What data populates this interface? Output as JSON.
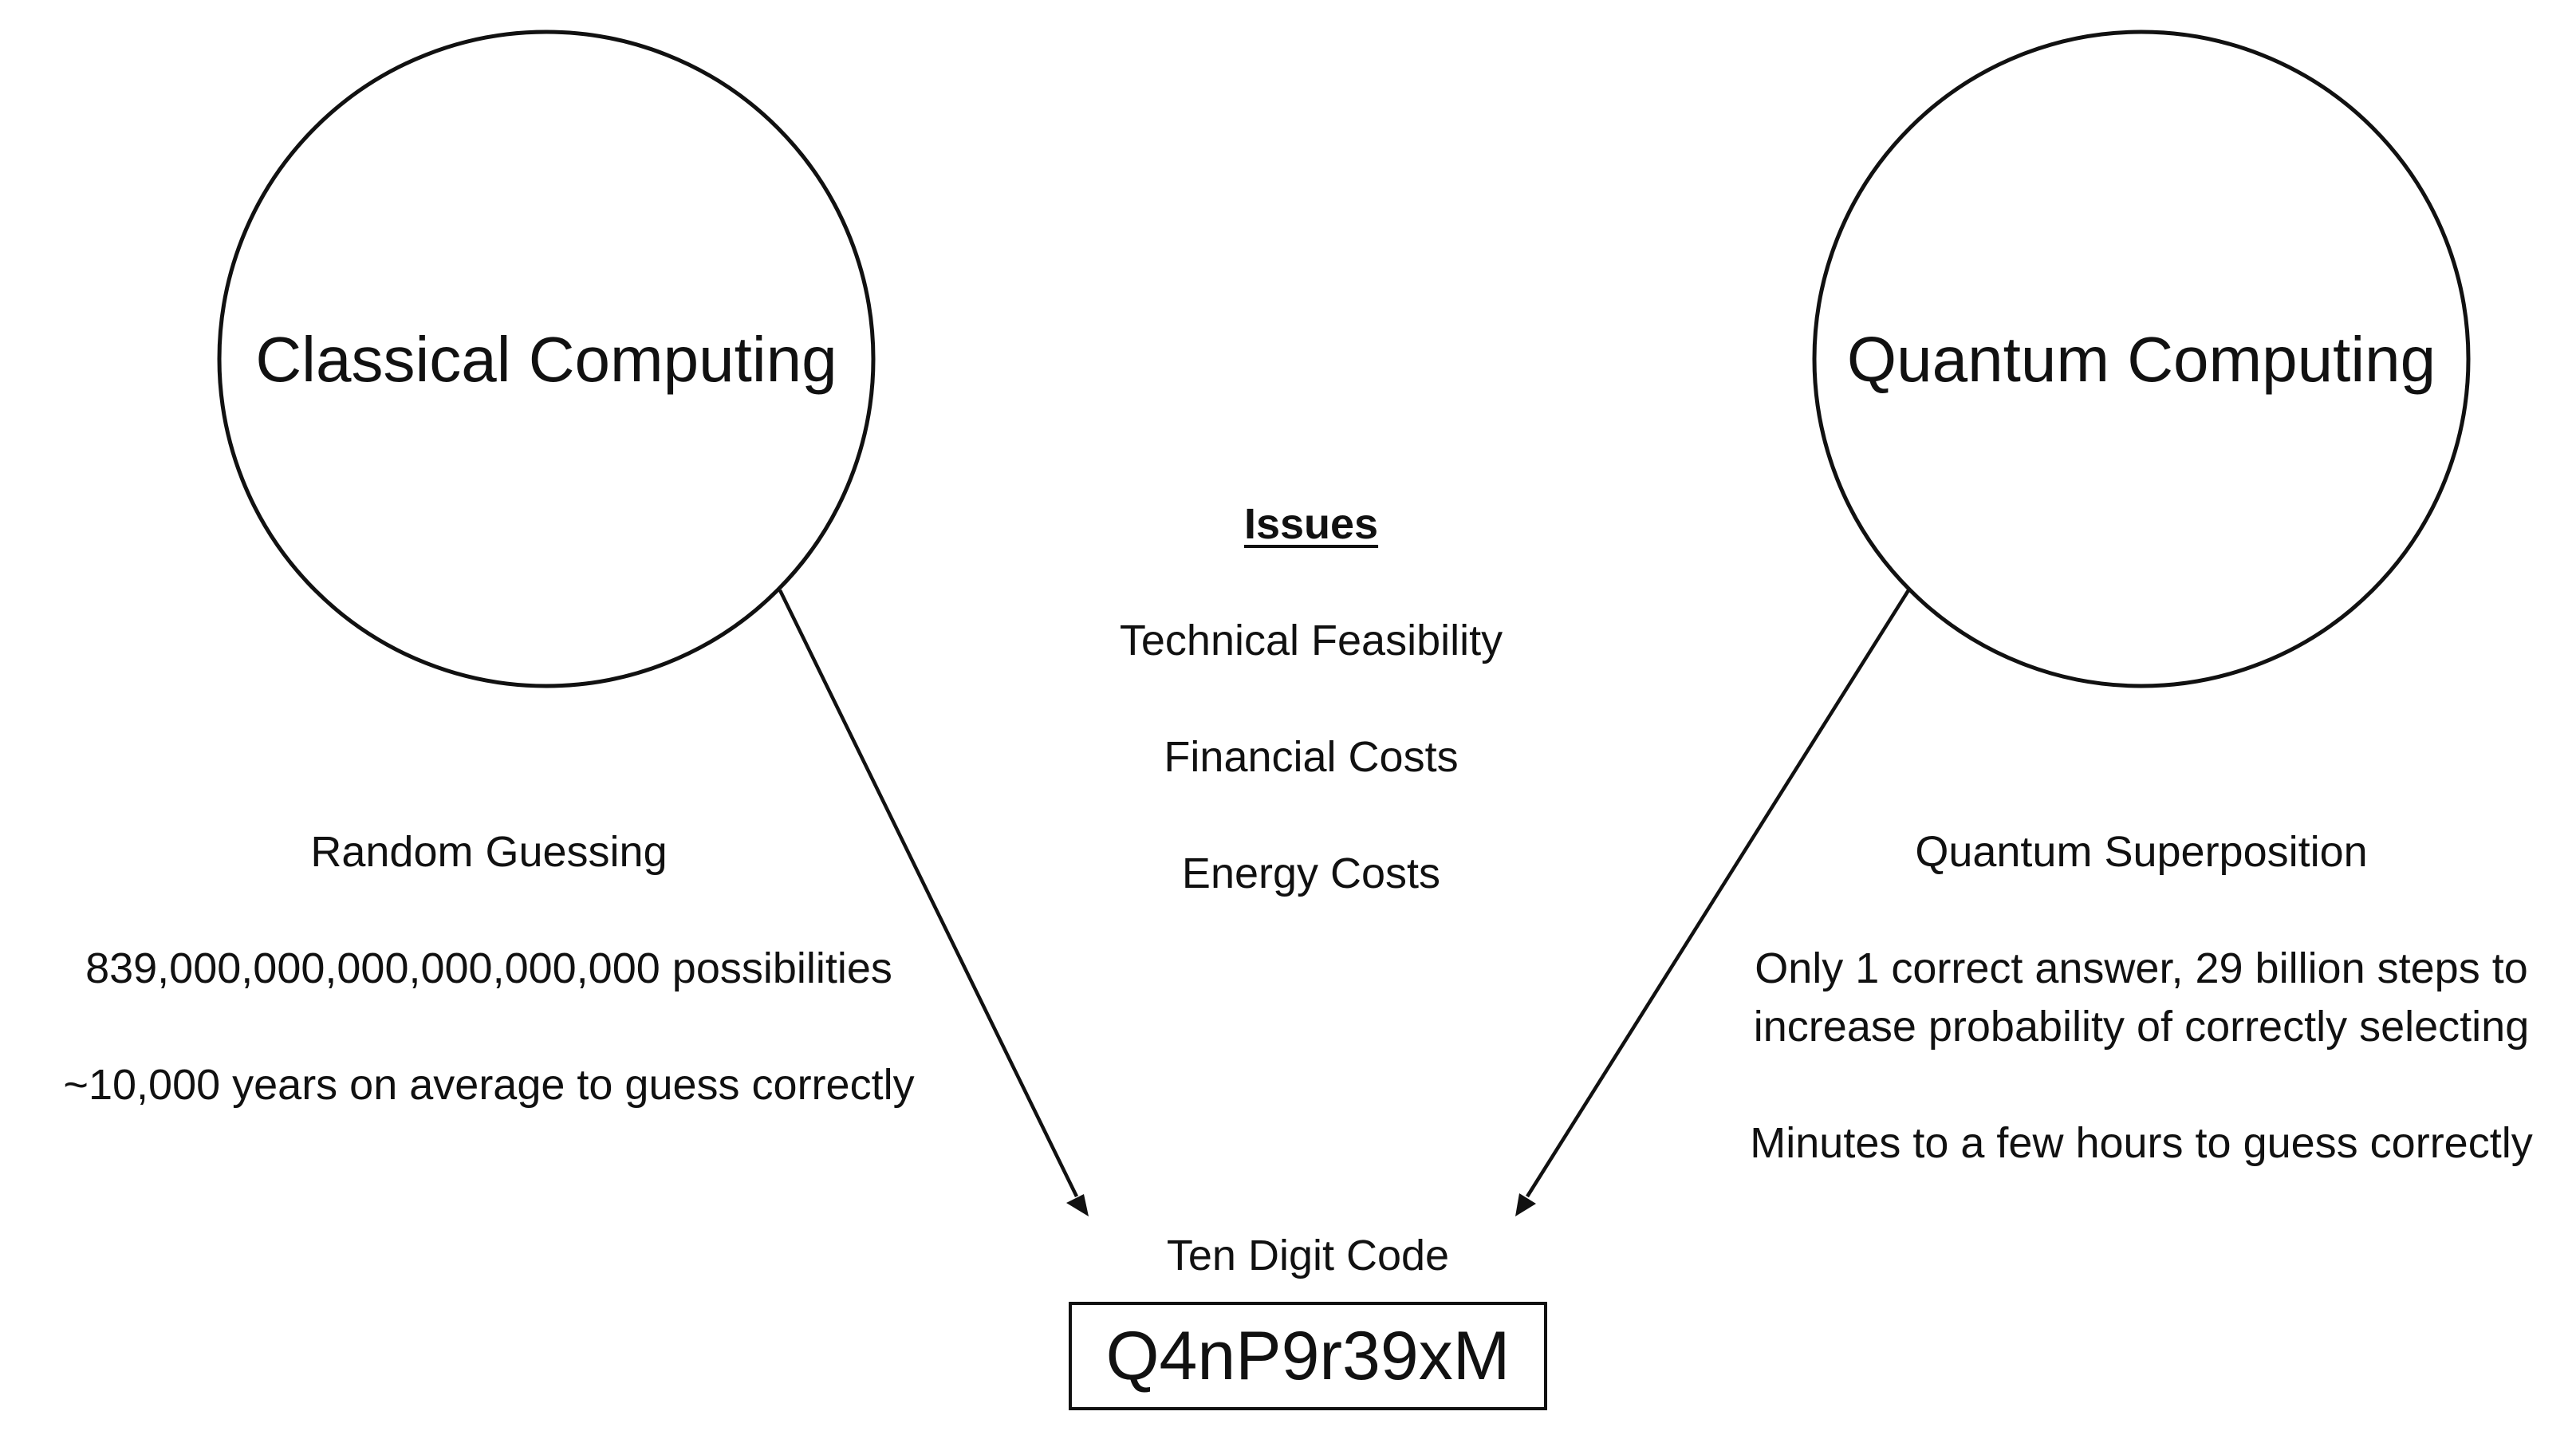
{
  "classical": {
    "title": "Classical Computing",
    "method": "Random Guessing",
    "possibilities": "839,000,000,000,000,000,000 possibilities",
    "time": "~10,000 years on average to guess correctly"
  },
  "quantum": {
    "title": "Quantum Computing",
    "method": "Quantum Superposition",
    "steps_line1": "Only 1 correct answer, 29 billion steps to",
    "steps_line2": "increase probability of correctly selecting",
    "time": "Minutes to a few hours to guess correctly"
  },
  "issues": {
    "title": "Issues",
    "items": [
      "Technical Feasibility",
      "Financial Costs",
      "Energy Costs"
    ]
  },
  "target": {
    "label": "Ten Digit Code",
    "code": "Q4nP9r39xM"
  }
}
